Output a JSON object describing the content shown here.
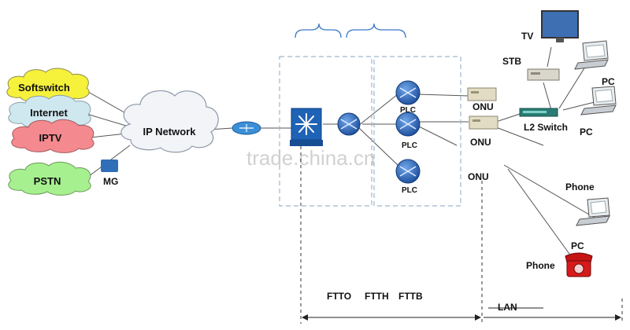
{
  "clouds": {
    "softswitch": "Softswitch",
    "internet": "Internet",
    "iptv": "IPTV",
    "pstn": "PSTN",
    "ip_network": "IP Network"
  },
  "labels": {
    "mg": "MG",
    "plc": "PLC",
    "onu": "ONU",
    "l2_switch": "L2 Switch",
    "stb": "STB",
    "tv": "TV",
    "pc": "PC",
    "phone": "Phone",
    "ftto": "FTTO",
    "ftth": "FTTH",
    "fttb": "FTTB",
    "lan": "LAN"
  },
  "watermark": "trade.china.cn",
  "colors": {
    "softswitch": "#f6f13a",
    "internet": "#cfe8ef",
    "iptv": "#f48a8f",
    "pstn": "#a6f08f",
    "ip_network": "#f2f4f8",
    "switch_blue": "#1f63b6",
    "onu_beige": "#e2dcc4",
    "phone_red": "#d61a1a",
    "bracket": "#3a78c9"
  }
}
